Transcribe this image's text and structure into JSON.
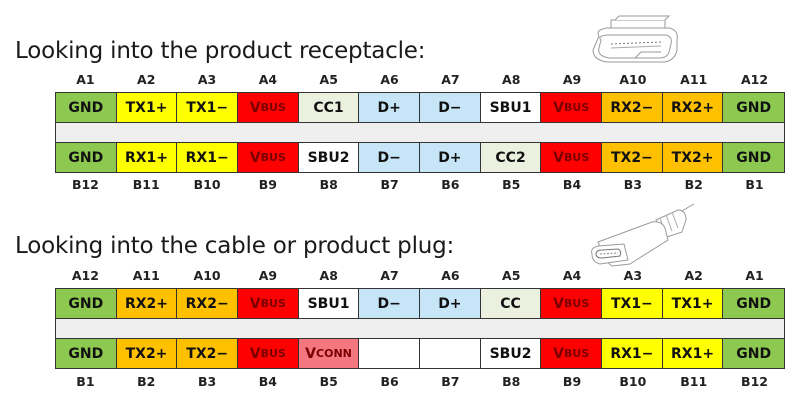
{
  "receptacle": {
    "title": "Looking into the product receptacle:",
    "top_pins": [
      "A1",
      "A2",
      "A3",
      "A4",
      "A5",
      "A6",
      "A7",
      "A8",
      "A9",
      "A10",
      "A11",
      "A12"
    ],
    "bottom_pins": [
      "B12",
      "B11",
      "B10",
      "B9",
      "B8",
      "B7",
      "B6",
      "B5",
      "B4",
      "B3",
      "B2",
      "B1"
    ],
    "row_a": [
      {
        "label": "GND",
        "color": "#8dc850"
      },
      {
        "label": "TX1+",
        "color": "#ffff00"
      },
      {
        "label": "TX1−",
        "color": "#ffff00"
      },
      {
        "label": "VBUS",
        "color": "#ff0000"
      },
      {
        "label": "CC1",
        "color": "#ebf1de"
      },
      {
        "label": "D+",
        "color": "#c6e6f8"
      },
      {
        "label": "D−",
        "color": "#c6e6f8"
      },
      {
        "label": "SBU1",
        "color": "#ffffff"
      },
      {
        "label": "VBUS",
        "color": "#ff0000"
      },
      {
        "label": "RX2−",
        "color": "#ffc000"
      },
      {
        "label": "RX2+",
        "color": "#ffc000"
      },
      {
        "label": "GND",
        "color": "#8dc850"
      }
    ],
    "row_b": [
      {
        "label": "GND",
        "color": "#8dc850"
      },
      {
        "label": "RX1+",
        "color": "#ffff00"
      },
      {
        "label": "RX1−",
        "color": "#ffff00"
      },
      {
        "label": "VBUS",
        "color": "#ff0000"
      },
      {
        "label": "SBU2",
        "color": "#ffffff"
      },
      {
        "label": "D−",
        "color": "#c6e6f8"
      },
      {
        "label": "D+",
        "color": "#c6e6f8"
      },
      {
        "label": "CC2",
        "color": "#ebf1de"
      },
      {
        "label": "VBUS",
        "color": "#ff0000"
      },
      {
        "label": "TX2−",
        "color": "#ffc000"
      },
      {
        "label": "TX2+",
        "color": "#ffc000"
      },
      {
        "label": "GND",
        "color": "#8dc850"
      }
    ],
    "illustration": "usb-c-receptacle-icon"
  },
  "plug": {
    "title": "Looking into the cable or product plug:",
    "top_pins": [
      "A12",
      "A11",
      "A10",
      "A9",
      "A8",
      "A7",
      "A6",
      "A5",
      "A4",
      "A3",
      "A2",
      "A1"
    ],
    "bottom_pins": [
      "B1",
      "B2",
      "B3",
      "B4",
      "B5",
      "B6",
      "B7",
      "B8",
      "B9",
      "B10",
      "B11",
      "B12"
    ],
    "row_a": [
      {
        "label": "GND",
        "color": "#8dc850"
      },
      {
        "label": "RX2+",
        "color": "#ffc000"
      },
      {
        "label": "RX2−",
        "color": "#ffc000"
      },
      {
        "label": "VBUS",
        "color": "#ff0000"
      },
      {
        "label": "SBU1",
        "color": "#ffffff"
      },
      {
        "label": "D−",
        "color": "#c6e6f8"
      },
      {
        "label": "D+",
        "color": "#c6e6f8"
      },
      {
        "label": "CC",
        "color": "#ebf1de"
      },
      {
        "label": "VBUS",
        "color": "#ff0000"
      },
      {
        "label": "TX1−",
        "color": "#ffff00"
      },
      {
        "label": "TX1+",
        "color": "#ffff00"
      },
      {
        "label": "GND",
        "color": "#8dc850"
      }
    ],
    "row_b": [
      {
        "label": "GND",
        "color": "#8dc850"
      },
      {
        "label": "TX2+",
        "color": "#ffc000"
      },
      {
        "label": "TX2−",
        "color": "#ffc000"
      },
      {
        "label": "VBUS",
        "color": "#ff0000"
      },
      {
        "label": "VCONN",
        "color": "#f4777f"
      },
      {
        "label": "",
        "color": "#ffffff"
      },
      {
        "label": "",
        "color": "#ffffff"
      },
      {
        "label": "SBU2",
        "color": "#ffffff"
      },
      {
        "label": "VBUS",
        "color": "#ff0000"
      },
      {
        "label": "RX1−",
        "color": "#ffff00"
      },
      {
        "label": "RX1+",
        "color": "#ffff00"
      },
      {
        "label": "GND",
        "color": "#8dc850"
      }
    ],
    "illustration": "usb-c-plug-icon"
  },
  "legend_colors": {
    "ground": "#8dc850",
    "superspeed_lane1": "#ffff00",
    "superspeed_lane2": "#ffc000",
    "power": "#ff0000",
    "config_channel": "#ebf1de",
    "usb2_data": "#c6e6f8",
    "sideband": "#ffffff",
    "vconn": "#f4777f",
    "gap": "#efefef"
  }
}
